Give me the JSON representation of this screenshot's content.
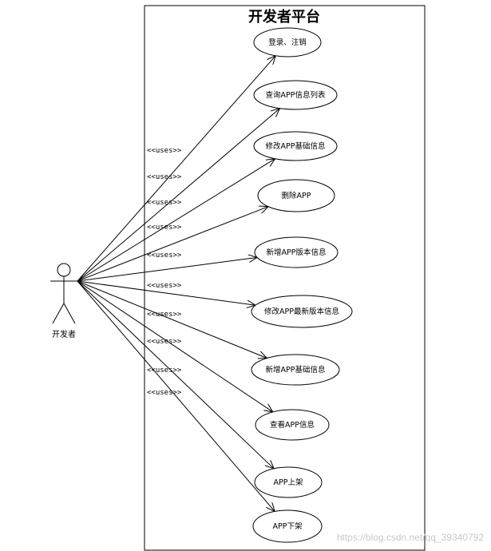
{
  "system": {
    "title": "开发者平台"
  },
  "actor": {
    "name": "开发者"
  },
  "stereotype": "<<uses>>",
  "use_cases": [
    {
      "label": "登录、注销"
    },
    {
      "label": "查询APP信息列表"
    },
    {
      "label": "修改APP基础信息"
    },
    {
      "label": "删除APP"
    },
    {
      "label": "新增APP版本信息"
    },
    {
      "label": "修改APP最新版本信息"
    },
    {
      "label": "新增APP基础信息"
    },
    {
      "label": "查看APP信息"
    },
    {
      "label": "APP上架"
    },
    {
      "label": "APP下架"
    }
  ],
  "watermark": "https://blog.csdn.net/qq_39340792"
}
